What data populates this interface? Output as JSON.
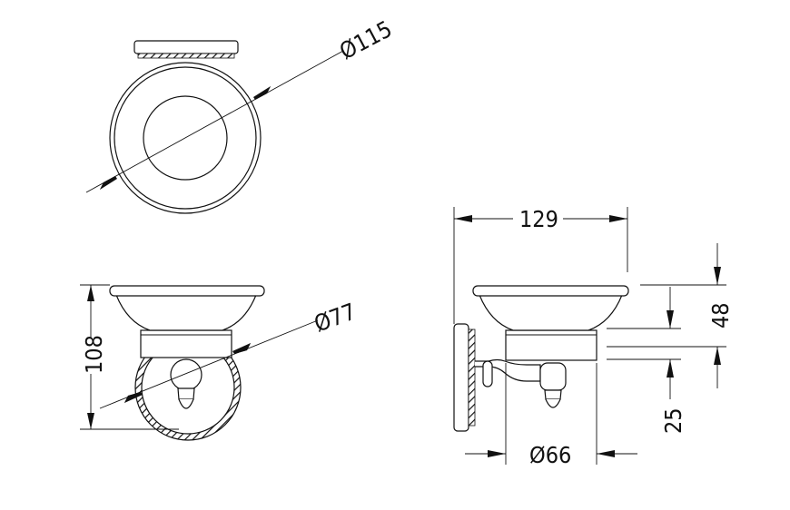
{
  "diagram": {
    "dimensions": {
      "top_diameter": "Ø115",
      "front_height": "108",
      "front_diameter": "Ø77",
      "side_width": "129",
      "side_height": "48",
      "side_depth": "25",
      "side_diameter": "Ø66"
    }
  }
}
